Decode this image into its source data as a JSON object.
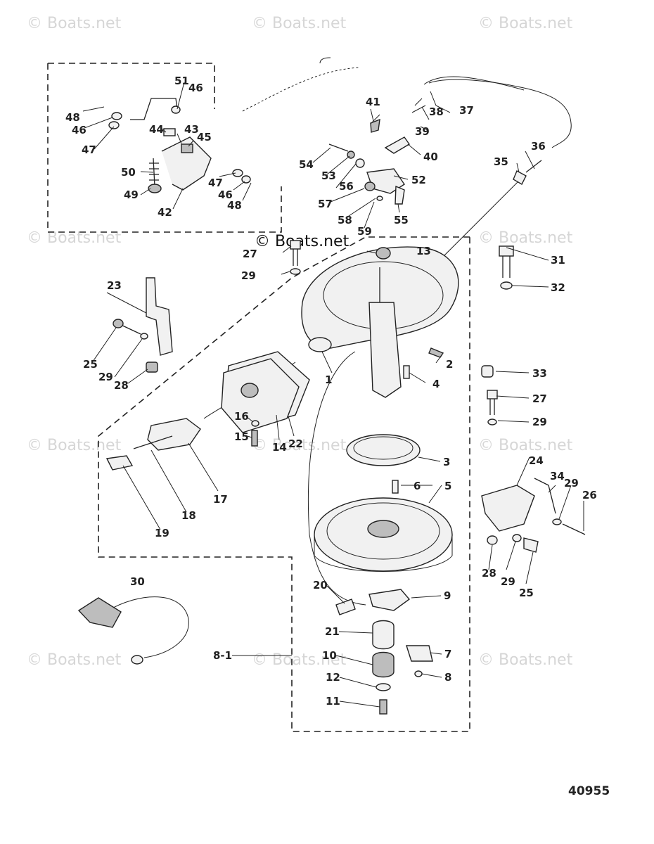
{
  "watermark": "© Boats.net",
  "figure_number": "40955",
  "labels": {
    "p1": "1",
    "p2": "2",
    "p3": "3",
    "p4": "4",
    "p5": "5",
    "p6": "6",
    "p7": "7",
    "p8": "8",
    "p9": "9",
    "p10": "10",
    "p11": "11",
    "p12": "12",
    "p13": "13",
    "p14": "14",
    "p15": "15",
    "p16": "16",
    "p17": "17",
    "p18": "18",
    "p19": "19",
    "p20": "20",
    "p21": "21",
    "p22": "22",
    "p23": "23",
    "p24": "24",
    "p25a": "25",
    "p25b": "25",
    "p26": "26",
    "p27a": "27",
    "p27b": "27",
    "p28a": "28",
    "p28b": "28",
    "p29a": "29",
    "p29b": "29",
    "p29c": "29",
    "p29d": "29",
    "p29e": "29",
    "p30": "30",
    "p31": "31",
    "p32": "32",
    "p33": "33",
    "p34": "34",
    "p35": "35",
    "p36": "36",
    "p37": "37",
    "p38": "38",
    "p39": "39",
    "p40": "40",
    "p41": "41",
    "p42": "42",
    "p43": "43",
    "p44": "44",
    "p45": "45",
    "p46a": "46",
    "p46b": "46",
    "p46c": "46",
    "p47a": "47",
    "p47b": "47",
    "p48a": "48",
    "p48b": "48",
    "p49": "49",
    "p50": "50",
    "p51": "51",
    "p52": "52",
    "p53": "53",
    "p54": "54",
    "p55": "55",
    "p56": "56",
    "p57": "57",
    "p58": "58",
    "p59": "59",
    "p8_1": "8-1"
  }
}
